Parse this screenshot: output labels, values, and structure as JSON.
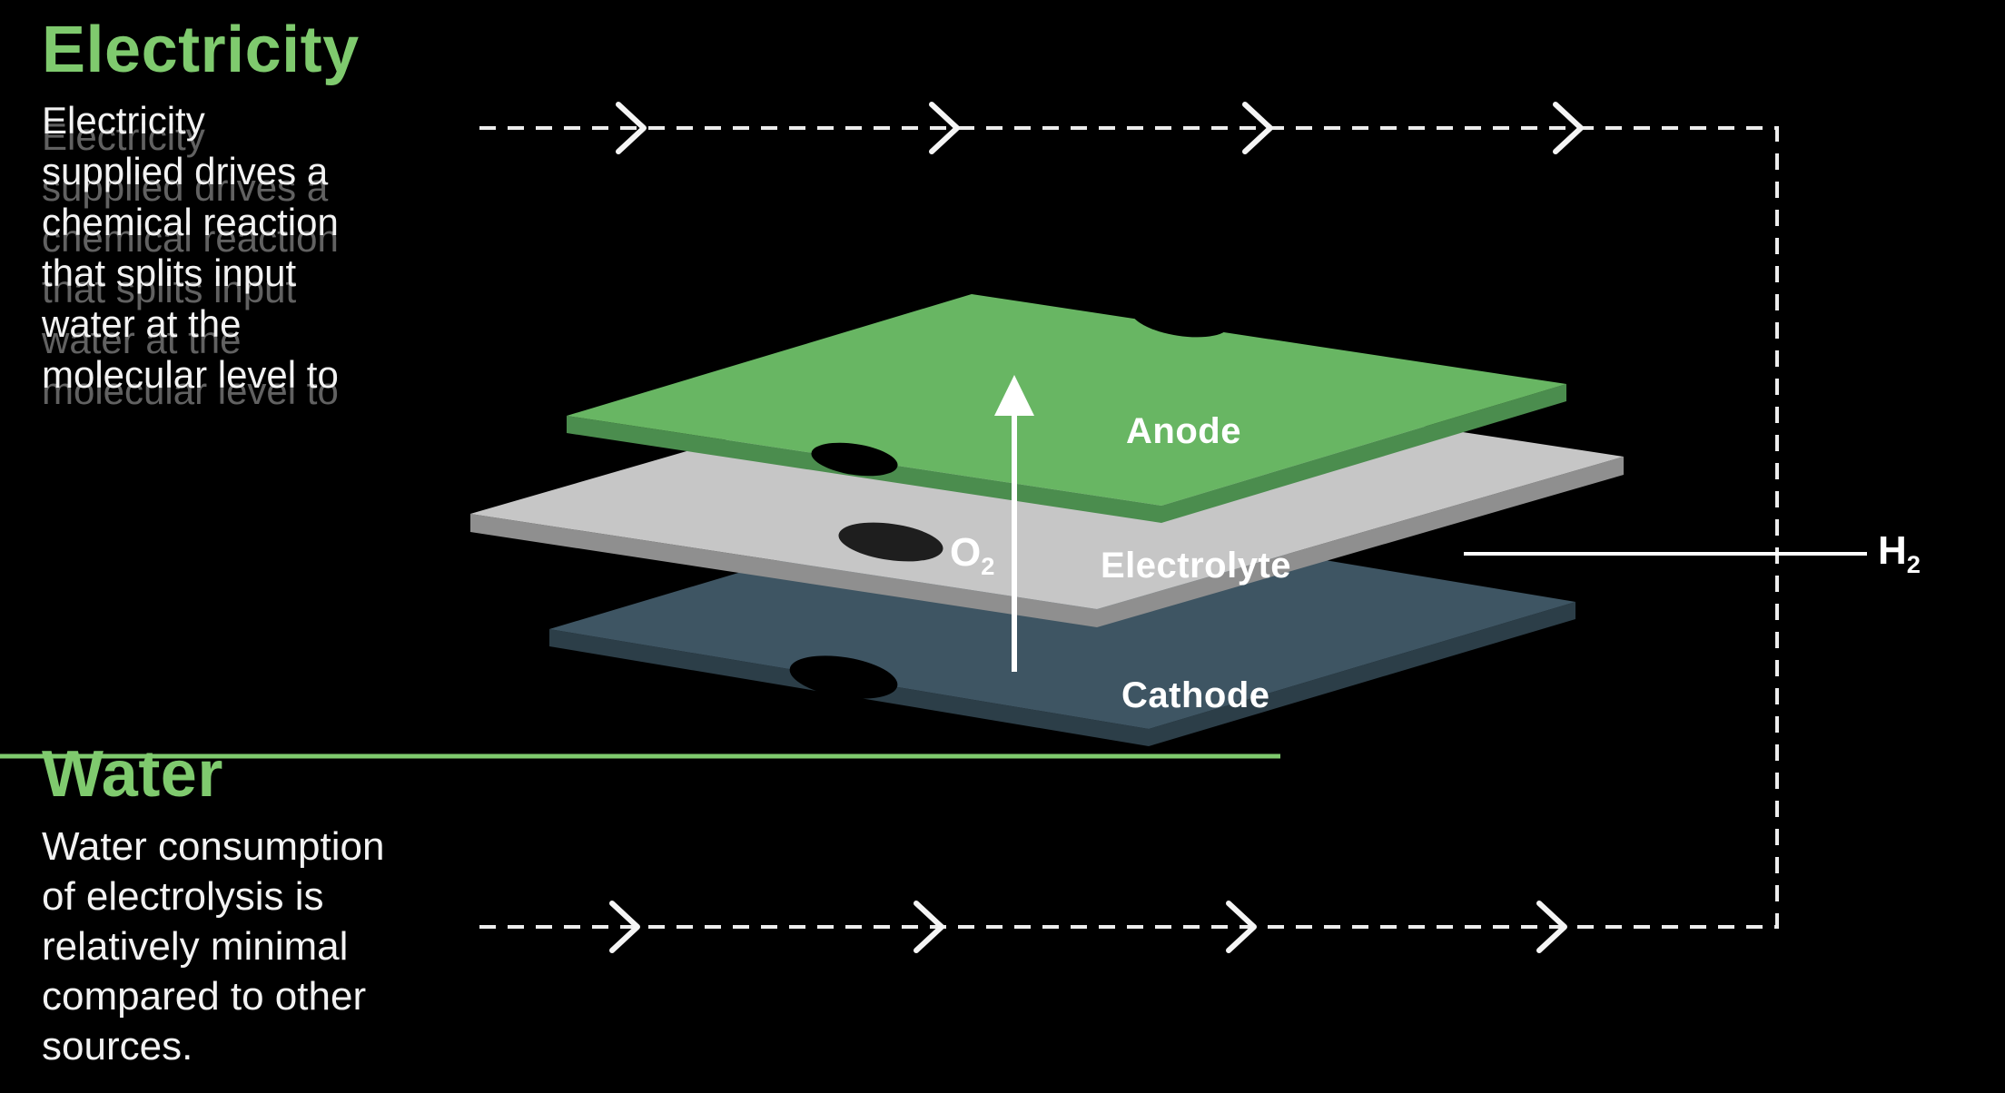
{
  "colors": {
    "background": "#000000",
    "accent_green": "#7fca6e",
    "anode_face": "#68b663",
    "anode_side": "#4b8d4e",
    "electrolyte_face": "#c6c6c6",
    "electrolyte_side": "#8f8f8f",
    "cathode_face": "#3e5563",
    "cathode_side": "#2c3e48",
    "flow_line": "#ededed",
    "text": "#f2f2f2"
  },
  "electricity": {
    "heading": "Electricity",
    "lines": {
      "0": "Electricity",
      "1": "supplied drives a",
      "2": "chemical reaction",
      "3": "that splits input",
      "4": "water at the",
      "5": "molecular level to"
    }
  },
  "water": {
    "heading": "Water",
    "lines": {
      "0": "Water consumption",
      "1": "of electrolysis is",
      "2": "relatively minimal",
      "3": "compared to other",
      "4": "sources."
    }
  },
  "diagram": {
    "anode_label": "Anode",
    "electrolyte_label": "Electrolyte",
    "cathode_label": "Cathode",
    "oxygen_symbol": "O",
    "oxygen_subscript": "2",
    "hydrogen_symbol": "H",
    "hydrogen_subscript": "2"
  }
}
